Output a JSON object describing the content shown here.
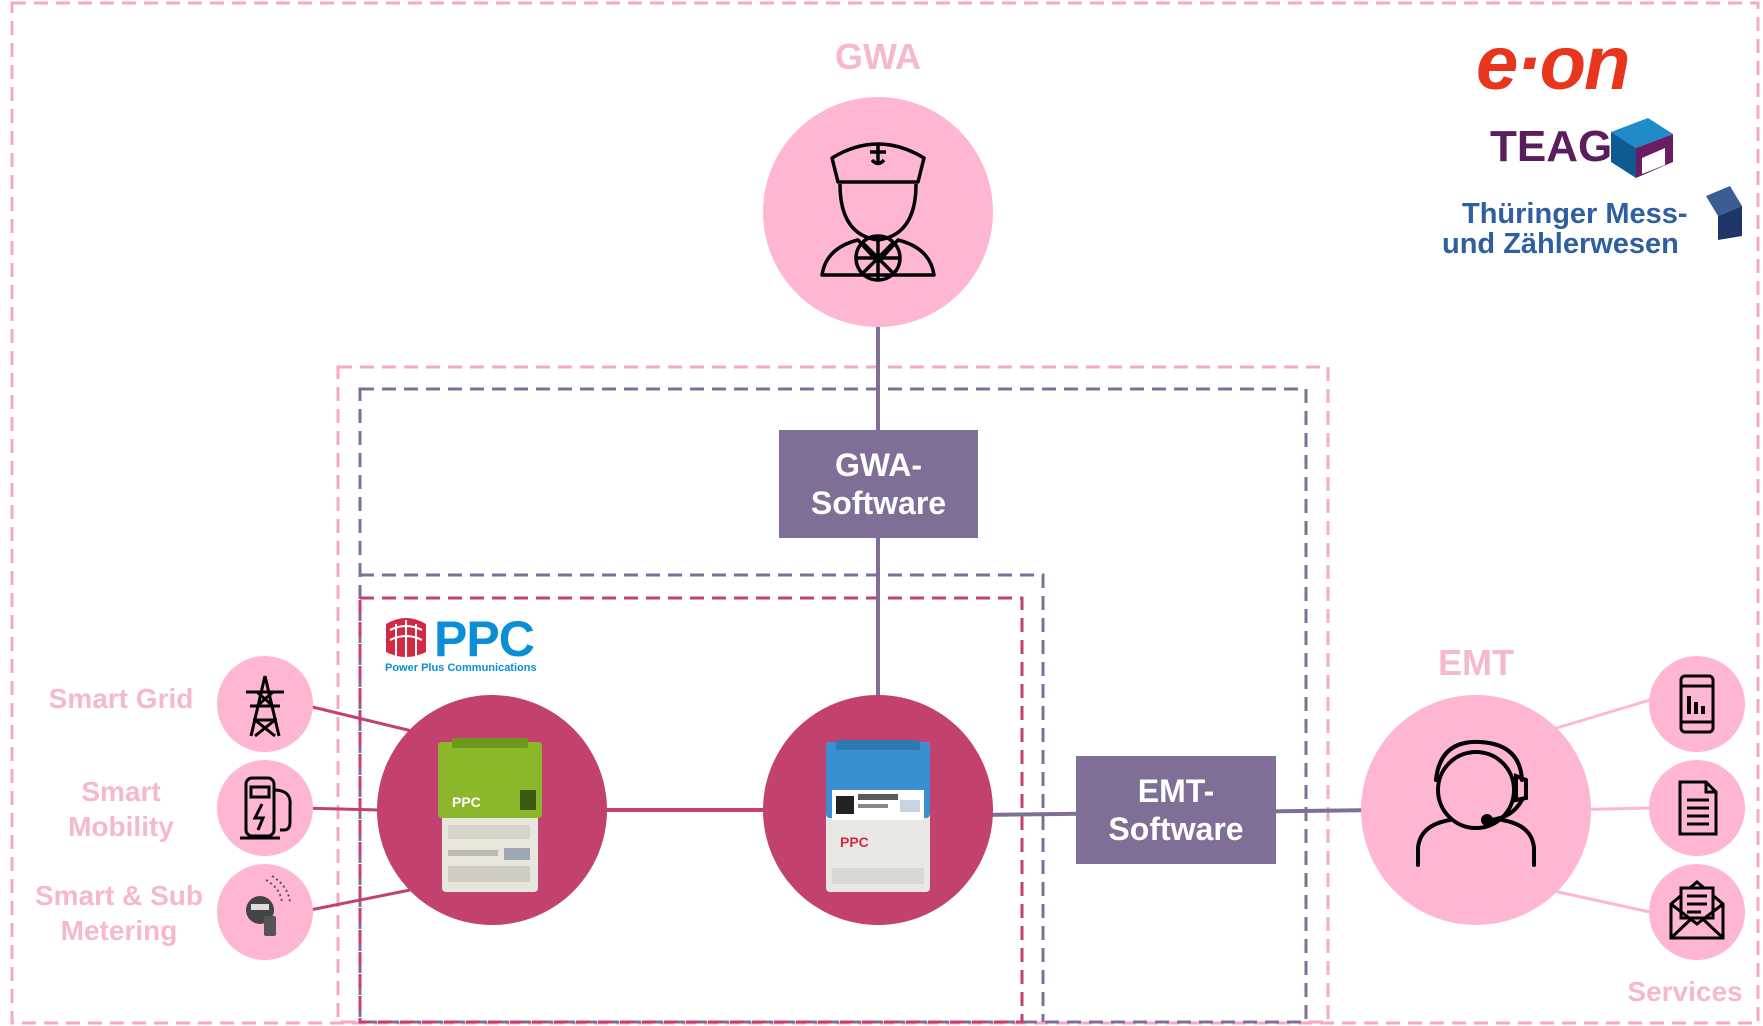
{
  "diagram": {
    "gwa_label": "GWA",
    "emt_label": "EMT",
    "gwa_software": [
      "GWA-",
      "Software"
    ],
    "emt_software": [
      "EMT-",
      "Software"
    ],
    "left_services": [
      {
        "label_lines": [
          "Smart Grid"
        ],
        "icon": "power-tower-icon"
      },
      {
        "label_lines": [
          "Smart",
          "Mobility"
        ],
        "icon": "ev-charger-icon"
      },
      {
        "label_lines": [
          "Smart & Sub",
          "Metering"
        ],
        "icon": "meter-icon"
      }
    ],
    "right_services_label": "Services",
    "right_service_icons": [
      "smartphone-chart-icon",
      "document-icon",
      "envelope-icon"
    ],
    "ppc_logo": {
      "name": "PPC",
      "tagline": "Power Plus Communications"
    },
    "device_labels": [
      "PPC",
      "PPC"
    ],
    "logos": {
      "eon": "e·on",
      "teag": "TEAG",
      "tmz_line1": "Thüringer Mess-",
      "tmz_line2": "und Zählerwesen"
    },
    "colors": {
      "light_pink": "#ffb6d3",
      "magenta": "#c2416e",
      "purple_box": "#7f6f96",
      "label_pink": "#f5b8cf",
      "ppc_blue": "#0a8fd6",
      "eon_red": "#e8351e",
      "teag_purple": "#6a1d62"
    }
  }
}
